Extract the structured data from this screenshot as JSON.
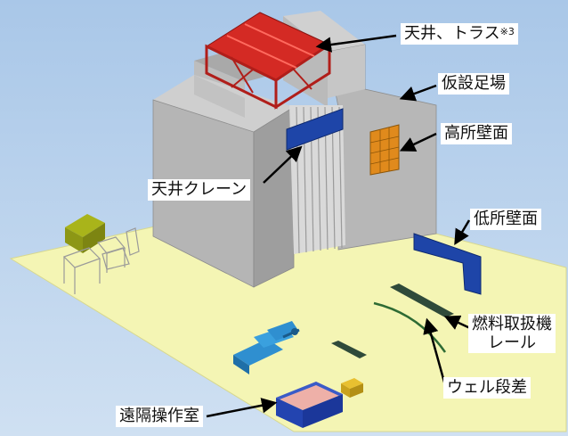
{
  "labels": {
    "ceiling_truss": "天井、トラス",
    "ceiling_truss_note": "※3",
    "temporary_scaffold": "仮設足場",
    "high_wall": "高所壁面",
    "ceiling_crane": "天井クレーン",
    "low_wall": "低所壁面",
    "fuel_handling_rail_line1": "燃料取扱機",
    "fuel_handling_rail_line2": "レール",
    "well_step": "ウェル段差",
    "remote_control_room": "遠隔操作室"
  },
  "colors": {
    "background": "#b9d3ec",
    "floor": "#f4f5b4",
    "wall": "#b3b3b3",
    "truss": "#d42a24",
    "crane": "#1e45a8",
    "high_wall_panel": "#e08a1c",
    "robot": "#2f8fd0",
    "control_room": "#2344b0",
    "rail": "#2f4a3a"
  }
}
